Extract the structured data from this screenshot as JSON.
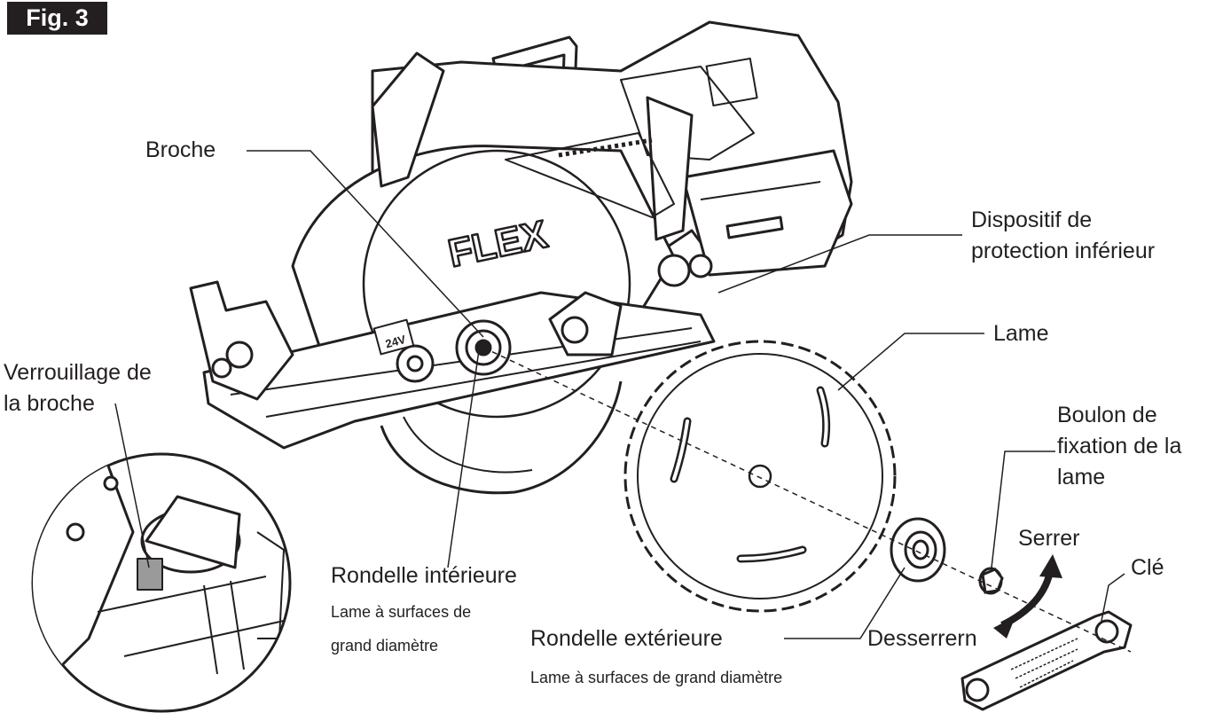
{
  "figure": {
    "badge": "Fig. 3"
  },
  "brand": {
    "logo_text": "FLEX",
    "voltage_badge": "24V"
  },
  "labels": {
    "broche": "Broche",
    "protection_line1": "Dispositif de",
    "protection_line2": "protection inférieur",
    "lame": "Lame",
    "verrouillage_line1": "Verrouillage de",
    "verrouillage_line2": "la broche",
    "boulon_line1": "Boulon de",
    "boulon_line2": "fixation de la",
    "boulon_line3": "lame",
    "serrer": "Serrer",
    "cle": "Clé",
    "rondelle_interieure": "Rondelle intérieure",
    "rondelle_interieure_note_line1": "Lame à surfaces de",
    "rondelle_interieure_note_line2": "grand diamètre",
    "rondelle_exterieure": "Rondelle extérieure",
    "desserrer": "Desserrern",
    "rondelle_exterieure_note": "Lame à surfaces de grand diamètre"
  }
}
